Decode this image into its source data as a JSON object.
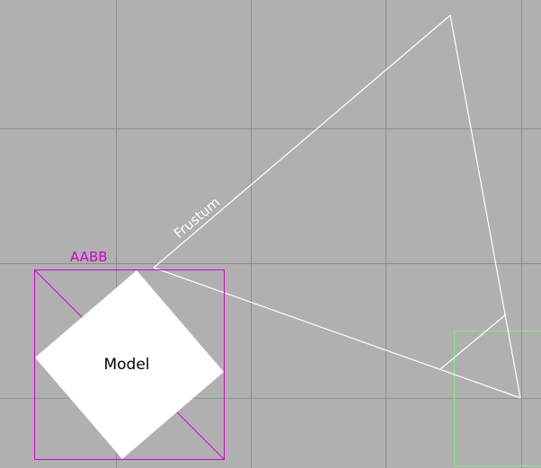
{
  "labels": {
    "frustum": "Frustum",
    "aabb": "AABB",
    "model": "Model"
  },
  "colors": {
    "background": "#b0b0b0",
    "grid": "#8c8c8c",
    "frustum": "#ffffff",
    "aabb": "#d000d0",
    "model": "#ffffff",
    "green_box": "#7cf07c"
  }
}
